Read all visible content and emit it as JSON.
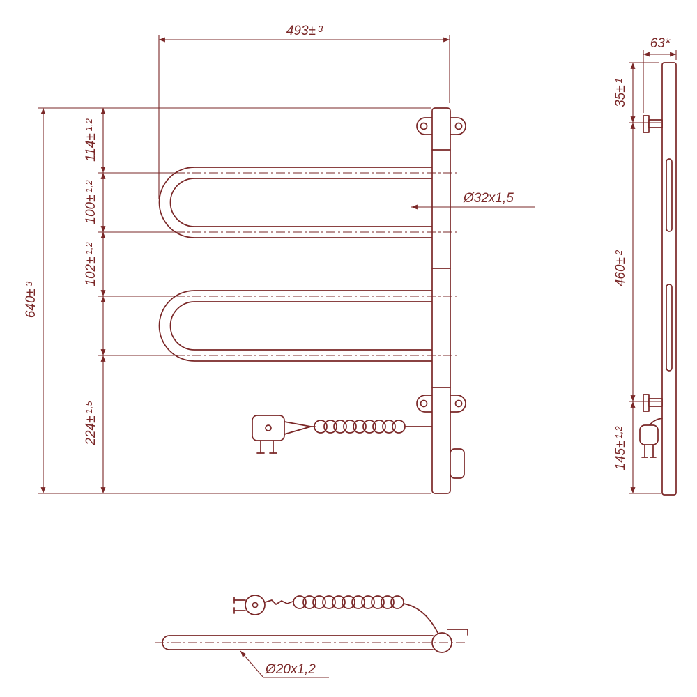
{
  "drawing": {
    "type": "technical-dimension-drawing",
    "subject": "electric heated towel rail, three orthographic views",
    "line_color": "#7a2727",
    "background_color": "#ffffff"
  },
  "dims": {
    "width": {
      "main": "493±",
      "tol": "3"
    },
    "height": {
      "main": "640±",
      "tol": "3"
    },
    "a114": {
      "main": "114±",
      "tol": "1,2"
    },
    "a100": {
      "main": "100±",
      "tol": "1,2"
    },
    "a102": {
      "main": "102±",
      "tol": "1,2"
    },
    "a224": {
      "main": "224±",
      "tol": "1,5"
    },
    "depth": {
      "main": "63*",
      "tol": ""
    },
    "b35": {
      "main": "35±",
      "tol": "1"
    },
    "b460": {
      "main": "460±",
      "tol": "2"
    },
    "b145": {
      "main": "145±",
      "tol": "1,2"
    },
    "tube32": {
      "main": "Ø32x1,5",
      "tol": ""
    },
    "tube20": {
      "main": "Ø20x1,2",
      "tol": ""
    }
  }
}
